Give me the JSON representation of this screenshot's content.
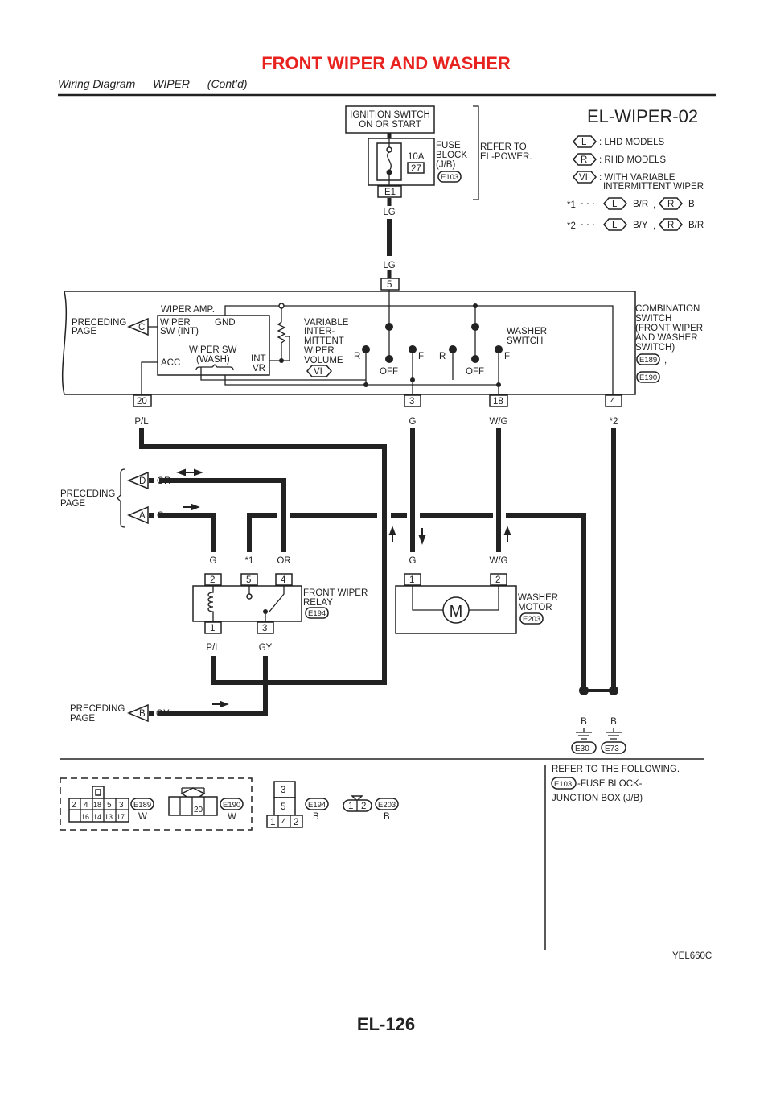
{
  "header": {
    "title": "FRONT WIPER AND WASHER",
    "subtitle": "Wiring Diagram — WIPER — (Cont’d)"
  },
  "diagram_id": "EL-WIPER-02",
  "ignition": {
    "line1": "IGNITION SWITCH",
    "line2": "ON OR START"
  },
  "fuse": {
    "amps": "10A",
    "number": "27",
    "label1": "FUSE",
    "label2": "BLOCK",
    "label3": "(J/B)",
    "connector": "E103",
    "pin": "E1"
  },
  "refer_power": {
    "line1": "REFER TO",
    "line2": "EL-POWER."
  },
  "legend": {
    "L": "L",
    "R": "R",
    "VI": "VI",
    "lhd": ": LHD MODELS",
    "rhd": ": RHD MODELS",
    "vi1": ": WITH VARIABLE",
    "vi2": "INTERMITTENT WIPER",
    "star1": "*1",
    "star2": "*2",
    "dots": "· · ·",
    "comma": ",",
    "star1_l": "B/R",
    "star1_r": "B",
    "star2_l": "B/Y",
    "star2_r": "B/R"
  },
  "wires": {
    "lg": "LG",
    "pl": "P/L",
    "g": "G",
    "wg": "W/G",
    "star2": "*2",
    "star1": "*1",
    "or": "OR",
    "gy": "GY",
    "b": "B"
  },
  "combo": {
    "pin_top": "5",
    "pins": [
      "20",
      "3",
      "18",
      "4"
    ],
    "name": [
      "COMBINATION",
      "SWITCH",
      "(FRONT WIPER",
      "AND WASHER",
      "SWITCH)"
    ],
    "conn1": "E189",
    "conn2": "E190",
    "comma": ",",
    "wiper_amp": "WIPER AMP.",
    "wiper_sw_int1": "WIPER",
    "wiper_sw_int2": "SW (INT)",
    "gnd": "GND",
    "acc": "ACC",
    "wash1": "WIPER SW",
    "wash2": "(WASH)",
    "int": "INT",
    "vr": "VR",
    "variable": [
      "VARIABLE",
      "INTER-",
      "MITTENT",
      "WIPER",
      "VOLUME"
    ],
    "vi": "VI",
    "washer_switch1": "WASHER",
    "washer_switch2": "SWITCH",
    "r": "R",
    "f": "F",
    "off": "OFF"
  },
  "preceding": {
    "line1": "PRECEDING",
    "line2": "PAGE",
    "c": "C",
    "d": "D",
    "a": "A",
    "b": "B"
  },
  "relay": {
    "name1": "FRONT WIPER",
    "name2": "RELAY",
    "conn": "E194",
    "pins_top": [
      "2",
      "5",
      "4"
    ],
    "pins_bottom": [
      "1",
      "3"
    ]
  },
  "motor": {
    "name1": "WASHER",
    "name2": "MOTOR",
    "conn": "E203",
    "pins": [
      "1",
      "2"
    ],
    "symbol": "M"
  },
  "grounds": [
    "E30",
    "E73"
  ],
  "connector_views": {
    "e189_top": [
      "2",
      "4",
      "18",
      "5",
      "3"
    ],
    "e189_bottom": [
      "16",
      "14",
      "13",
      "17"
    ],
    "e189": "E189",
    "e189_color": "W",
    "e190_pin": "20",
    "e190": "E190",
    "e190_color": "W",
    "e194_pins": [
      "3",
      "5",
      "1",
      "4",
      "2"
    ],
    "e194": "E194",
    "e194_color": "B",
    "e203_pins": [
      "1",
      "2"
    ],
    "e203": "E203",
    "e203_color": "B"
  },
  "refer_following": {
    "line1": "REFER TO THE FOLLOWING.",
    "conn": "E103",
    "line2": "-FUSE BLOCK-",
    "line3": "JUNCTION BOX (J/B)"
  },
  "figure_code": "YEL660C",
  "page_number": "EL-126",
  "colors": {
    "title": "#e8231f",
    "ink": "#222222"
  }
}
